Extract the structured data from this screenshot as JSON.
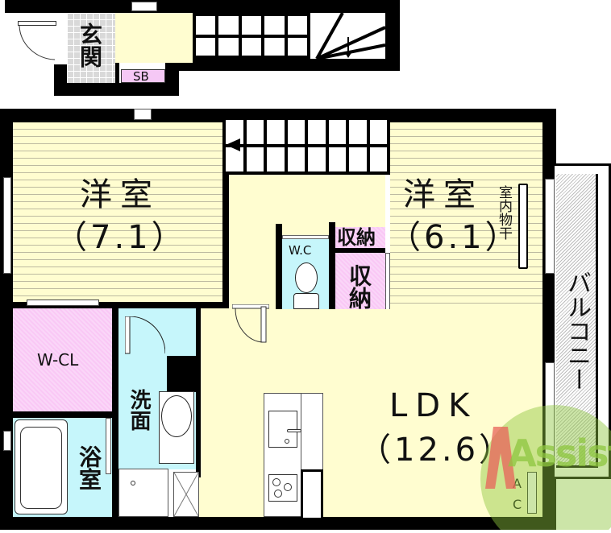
{
  "floor_plan": {
    "upper_level": {
      "entrance": {
        "label": "玄関"
      },
      "shoe_box": {
        "label": "SB"
      }
    },
    "rooms": {
      "western_room_1": {
        "label": "洋室",
        "size": "（7.1）"
      },
      "western_room_2": {
        "label": "洋室",
        "size": "（6.1）"
      },
      "indoor_drying": {
        "label": "室内物干"
      },
      "wc": {
        "label": "W.C"
      },
      "storage_small": {
        "label": "収納"
      },
      "storage_tall": {
        "label": "収納"
      },
      "walk_in_closet": {
        "label": "W-CL"
      },
      "washroom": {
        "label": "洗面"
      },
      "bathroom": {
        "label": "浴室"
      },
      "ldk": {
        "label": "LDK",
        "size": "（12.6）"
      },
      "balcony": {
        "label": "バルコニー"
      },
      "air_conditioner": {
        "label": "A C"
      }
    },
    "watermark": {
      "text": "Assist"
    },
    "colors": {
      "wall": "#000000",
      "floor_yellow": "#fffdd0",
      "storage_pink": "#f9c8f5",
      "wet_cyan": "#c6f6fb",
      "entrance_gray": "#d9d9d9",
      "watermark_green": "#8dc63f",
      "watermark_red": "#e8635a"
    }
  }
}
